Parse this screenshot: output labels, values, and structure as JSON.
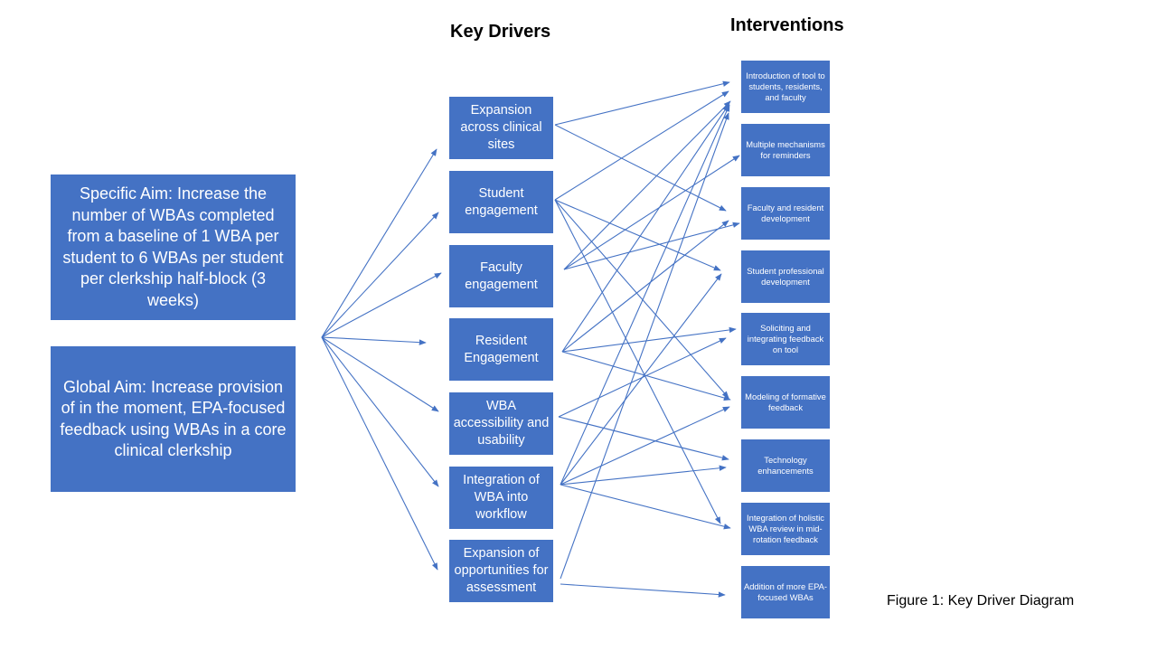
{
  "headers": {
    "key_drivers": "Key Drivers",
    "interventions": "Interventions"
  },
  "aims": {
    "specific": "Specific Aim: Increase the number of WBAs completed from a baseline of 1 WBA per student to 6 WBAs per student per clerkship half-block (3 weeks)",
    "global": "Global Aim: Increase provision of in the moment, EPA-focused feedback using WBAs in a core clinical clerkship"
  },
  "drivers": [
    "Expansion across clinical sites",
    "Student engagement",
    "Faculty engagement",
    "Resident Engagement",
    "WBA accessibility and usability",
    "Integration of WBA into workflow",
    "Expansion of opportunities for assessment"
  ],
  "interventions": [
    "Introduction of tool to students, residents, and faculty",
    "Multiple mechanisms for reminders",
    "Faculty and resident development",
    "Student professional development",
    "Soliciting and integrating feedback on tool",
    "Modeling of formative feedback",
    "Technology enhancements",
    "Integration of holistic WBA review in mid-rotation feedback",
    "Addition of more EPA-focused WBAs"
  ],
  "caption": "Figure 1: Key Driver Diagram",
  "colors": {
    "box_fill": "#4472c4",
    "arrow": "#4472c4",
    "box_text": "#ffffff"
  }
}
